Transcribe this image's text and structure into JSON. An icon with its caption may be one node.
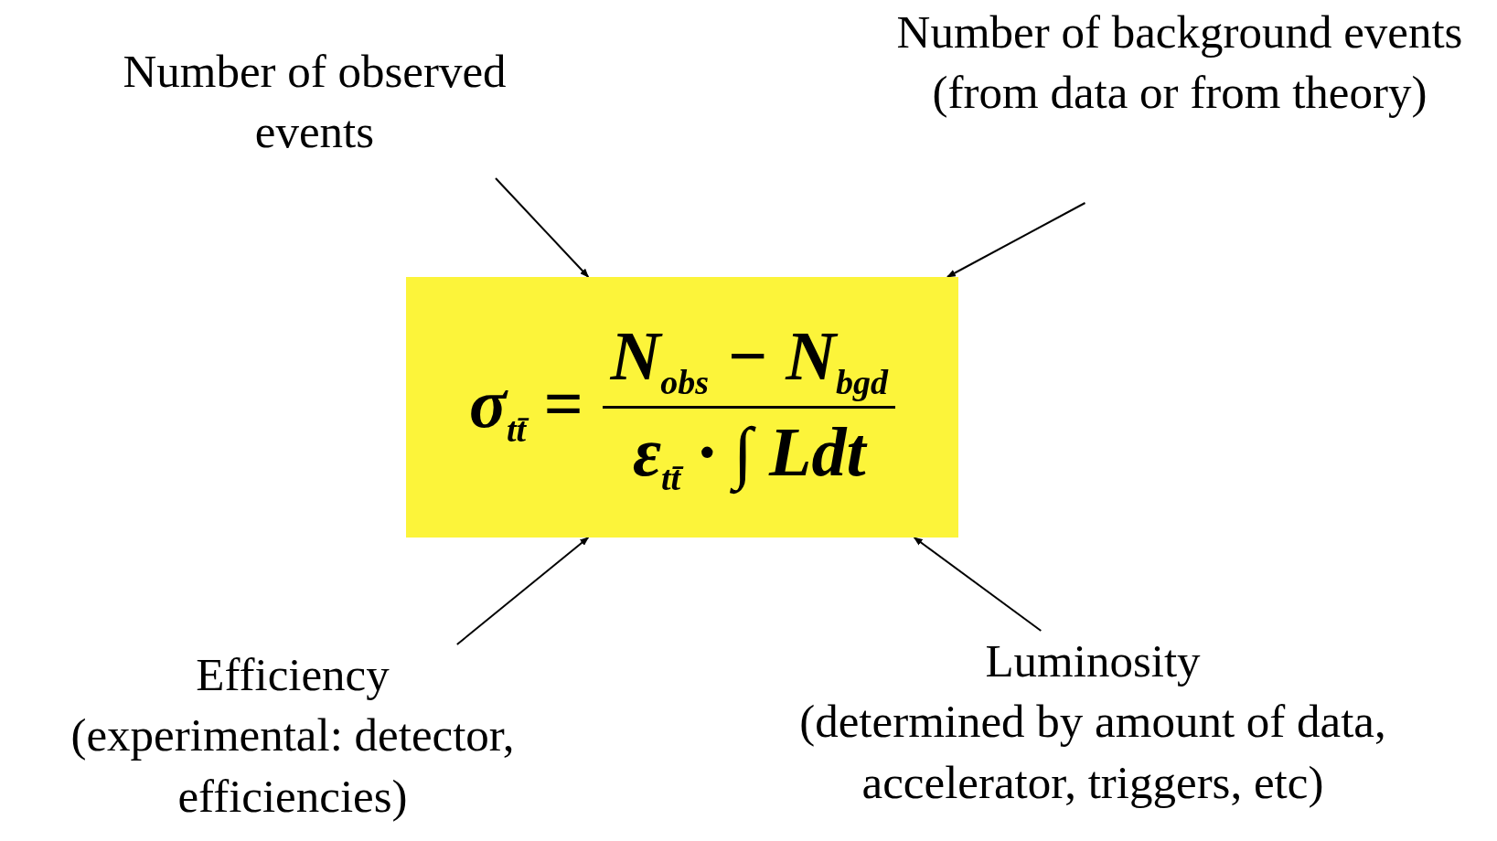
{
  "diagram": {
    "nodes": [
      {
        "text": [
          "Number of observed events"
        ]
      },
      {
        "text": [
          "Number of background events",
          "(from data or from theory)"
        ]
      },
      {
        "text": [
          "σ$_{tt̄}$ =",
          "N$_{obs}$ − N$_{bgd}$",
          "ε$_{tt̄}$ · ∫ Ldt"
        ]
      },
      {
        "text": [
          "Efficiency",
          "(experimental: detector, efficiencies)"
        ]
      },
      {
        "text": [
          "Luminosity",
          "(determined by amount of data, accelerator, triggers, etc)"
        ]
      }
    ],
    "edges": [
      {
        "from": 0,
        "to": 2,
        "arrow": "to"
      },
      {
        "from": 1,
        "to": 2,
        "arrow": "to"
      },
      {
        "from": 3,
        "to": 2,
        "arrow": "to"
      },
      {
        "from": 4,
        "to": 2,
        "arrow": "to"
      }
    ]
  }
}
